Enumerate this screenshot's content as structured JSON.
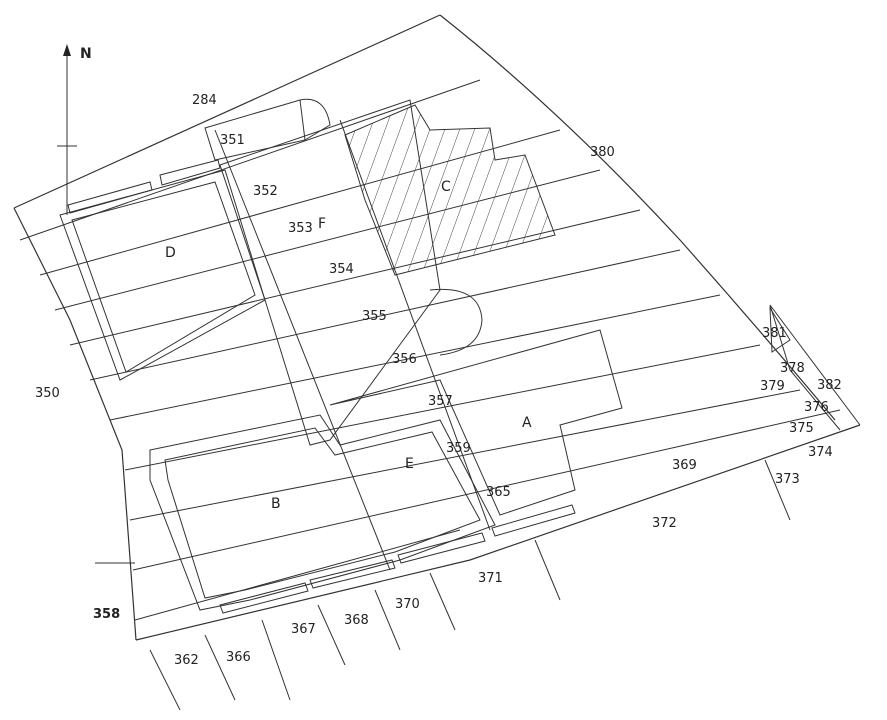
{
  "north_label": "N",
  "parcels": {
    "p284": "284",
    "p351": "351",
    "p352": "352",
    "p353": "353",
    "p354": "354",
    "p355": "355",
    "p356": "356",
    "p357": "357",
    "p359": "359",
    "p365": "365",
    "p350": "350",
    "p358": "358",
    "p362": "362",
    "p366": "366",
    "p367": "367",
    "p368": "368",
    "p370": "370",
    "p371": "371",
    "p372": "372",
    "p369": "369",
    "p373": "373",
    "p374": "374",
    "p375": "375",
    "p376": "376",
    "p378": "378",
    "p379": "379",
    "p380": "380",
    "p381": "381",
    "p382": "382"
  },
  "blocks": {
    "a": "A",
    "b": "B",
    "c": "C",
    "d": "D",
    "e": "E",
    "f": "F"
  },
  "colors": {
    "line": "#333333",
    "background": "#ffffff"
  }
}
